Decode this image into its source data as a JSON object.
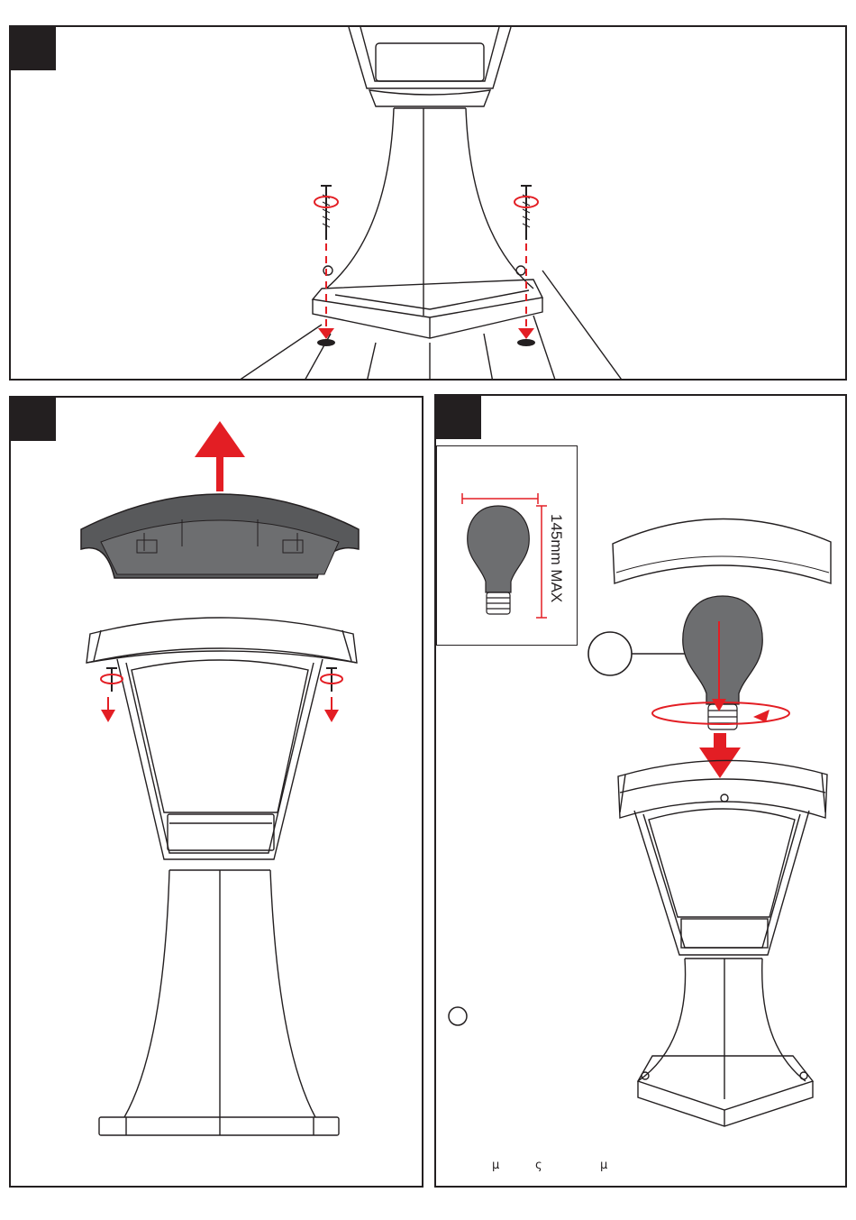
{
  "colors": {
    "line": "#231f20",
    "arrow": "#e31e24",
    "bulb": "#6d6e70",
    "cover": "#58595b",
    "badge": "#231f20"
  },
  "panels": [
    {
      "id": "step-1",
      "badge": ""
    },
    {
      "id": "step-2",
      "badge": ""
    },
    {
      "id": "step-3",
      "badge": ""
    }
  ],
  "bulb_spec": {
    "height_label": "145mm MAX",
    "icon": "bulb-icon"
  },
  "footer_glyphs": [
    "μ",
    "ς",
    "μ"
  ]
}
